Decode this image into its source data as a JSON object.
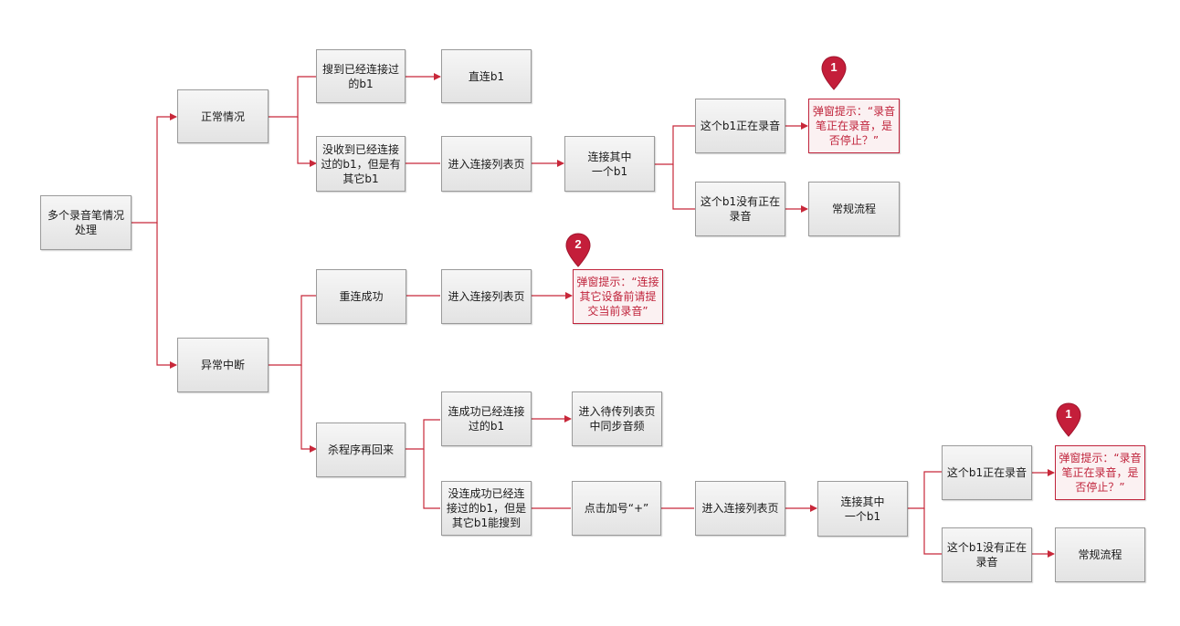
{
  "colors": {
    "connector": "#c8283a",
    "alert_text": "#c0243c",
    "pin": "#c41e3a"
  },
  "nodes": {
    "root": "多个录音笔情况\n处理",
    "normal": "正常情况",
    "abnormal": "异常中断",
    "found_b1": "搜到已经连接过\n的b1",
    "direct_b1": "直连b1",
    "not_found_b1": "没收到已经连接\n过的b1，但是有\n其它b1",
    "enter_list_1": "进入连接列表页",
    "connect_one_1": "连接其中\n一个b1",
    "recording_1": "这个b1正在录音",
    "not_recording_1": "这个b1没有正在\n录音",
    "popup_1": "弹窗提示：“录音\n笔正在录音，是\n否停止？”",
    "normal_flow_1": "常规流程",
    "reconnect_ok": "重连成功",
    "enter_list_2": "进入连接列表页",
    "popup_2": "弹窗提示：“连接\n其它设备前请提\n交当前录音”",
    "kill_return": "杀程序再回来",
    "conn_ok": "连成功已经连接\n过的b1",
    "enter_upload": "进入待传列表页\n中同步音频",
    "conn_fail": "没连成功已经连\n接过的b1，但是\n其它b1能搜到",
    "click_plus": "点击加号“+”",
    "enter_list_3": "进入连接列表页",
    "connect_one_2": "连接其中\n一个b1",
    "recording_2": "这个b1正在录音",
    "not_recording_2": "这个b1没有正在\n录音",
    "popup_3": "弹窗提示：“录音\n笔正在录音，是\n否停止？”",
    "normal_flow_2": "常规流程"
  },
  "markers": {
    "m1": "1",
    "m2": "2",
    "m3": "1"
  }
}
